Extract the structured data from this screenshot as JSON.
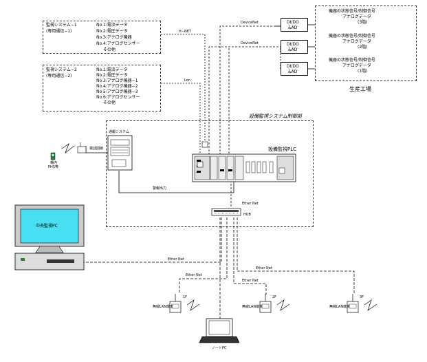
{
  "systems": [
    {
      "title": "監視システム−1",
      "subtitle": "(専用通信−1)",
      "items": [
        "No.1:電流データ",
        "No.2:電圧データ",
        "No.3:アナログ機器",
        "No.4:アナログセンサー",
        "その他"
      ],
      "link_label": "H−NET"
    },
    {
      "title": "監視システム−2",
      "subtitle": "(専用通信−2)",
      "items": [
        "No.1:電流データ",
        "No.2:電圧データ",
        "No.3:アナログ機器−1",
        "No.4:アナログ機器−2",
        "No.5:アナログ機器−3",
        "No.6:アナログセンサー",
        "その他"
      ],
      "link_label": "Lon"
    }
  ],
  "factory": {
    "devicenet_label": "DeviceNet",
    "dido_lines": [
      "DI/DO",
      "&AD"
    ],
    "floors": [
      {
        "line1": "機器の状態信号/制御信号",
        "line2": "アナログデータ",
        "floor": "(3階)"
      },
      {
        "line1": "機器の状態信号/制御信号",
        "line2": "アナログデータ",
        "floor": "(2階)"
      },
      {
        "line1": "機器の状態信号/制御信号",
        "line2": "アナログデータ",
        "floor": "(1階)"
      }
    ],
    "name": "生産工場"
  },
  "control_area_title": "設備監視システム制御部",
  "plc_label": "設備監視PLC",
  "notify_system": "通報システム",
  "phone_line": "電話回線",
  "phs_label": [
    "構内",
    "PHS等"
  ],
  "alarm_output": "警報出力",
  "hub_label": "HUB",
  "ethernet_label": "Ether Net",
  "central_pc": "中央監視PC",
  "lan_stations": [
    {
      "floor": "1F",
      "label": "無線LAN端末"
    },
    {
      "floor": "2F",
      "label": "無線LAN端末"
    },
    {
      "floor": "3F",
      "label": "無線LAN端末"
    }
  ],
  "notebook_pc": "ノートPC",
  "colors": {
    "screen": "#46e0f2",
    "dash_box": "#333333",
    "line": "#000000"
  }
}
